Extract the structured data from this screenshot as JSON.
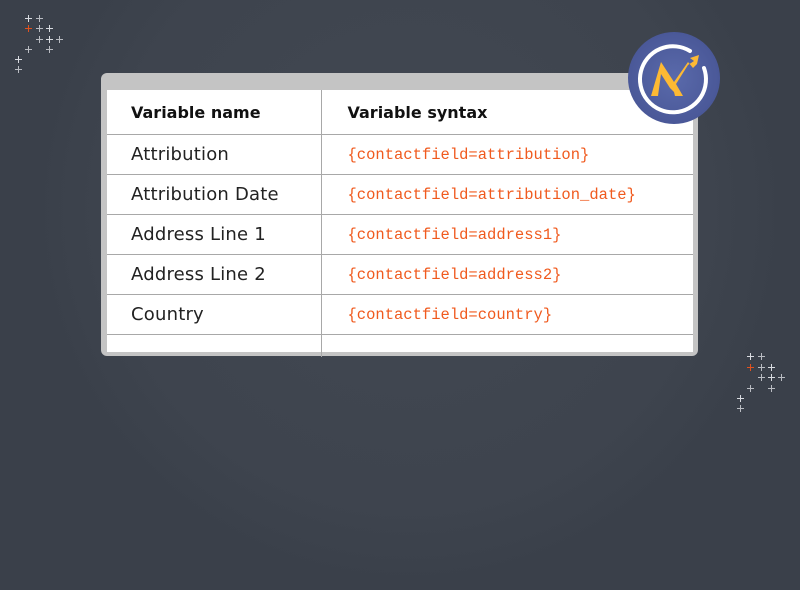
{
  "table": {
    "headers": [
      "Variable name",
      "Variable syntax"
    ],
    "rows": [
      {
        "name": "Attribution",
        "syntax": "{contactfield=attribution}"
      },
      {
        "name": "Attribution Date",
        "syntax": "{contactfield=attribution_date}"
      },
      {
        "name": "Address Line 1",
        "syntax": "{contactfield=address1}"
      },
      {
        "name": "Address Line 2",
        "syntax": "{contactfield=address2}"
      },
      {
        "name": "Country",
        "syntax": "{contactfield=country}"
      },
      {
        "name": "",
        "syntax": ""
      }
    ]
  },
  "logo": {
    "icon": "mautic-logo-icon",
    "bg_color": "#4e5e9e",
    "accent_color": "#fdb933"
  },
  "colors": {
    "background": "#3a404a",
    "syntax_text": "#f05a1e",
    "plus_accent": "#e0521f",
    "plus": "#d8dbe0"
  }
}
